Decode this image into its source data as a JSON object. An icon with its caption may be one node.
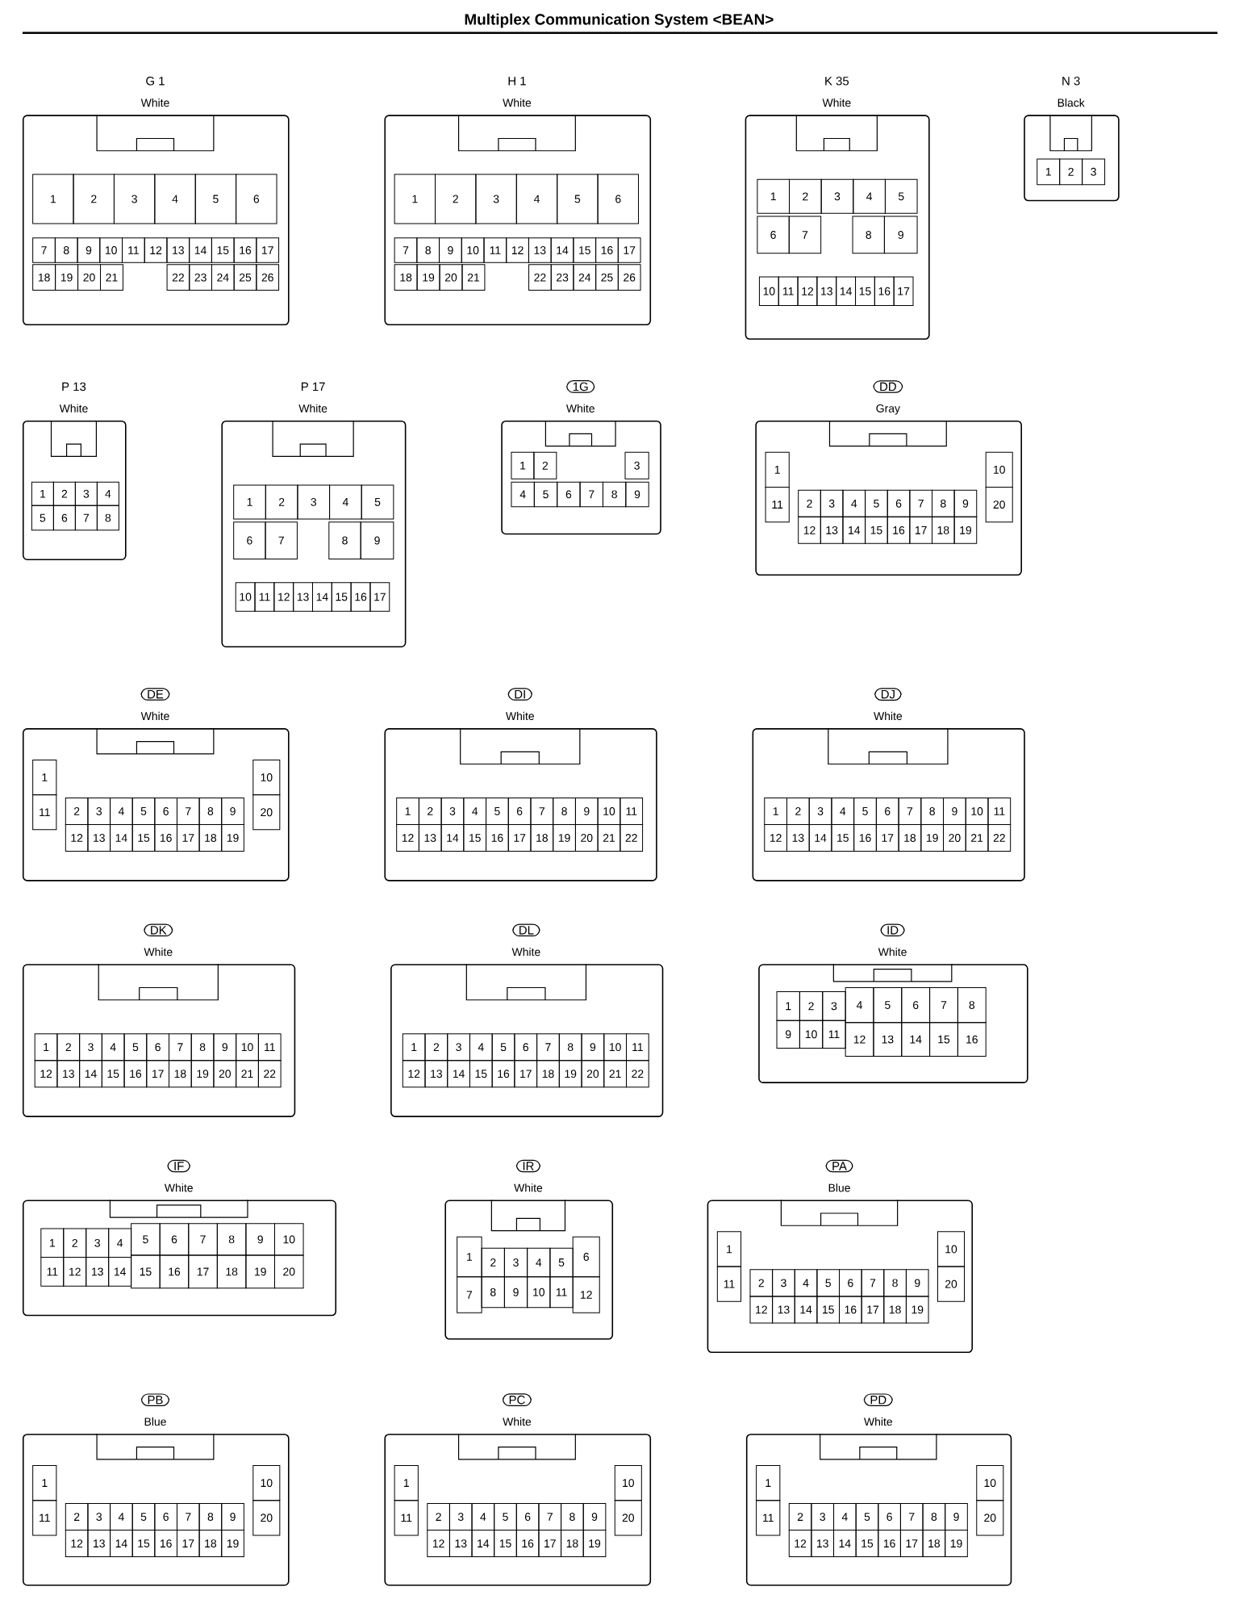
{
  "diagram": {
    "title": "Multiplex Communication System <BEAN>",
    "nodes": [
      {
        "text": [
          "G 1",
          "White"
        ]
      },
      {
        "text": [
          "1"
        ],
        "in": 0
      },
      {
        "text": [
          "2"
        ],
        "in": 0
      },
      {
        "text": [
          "3"
        ],
        "in": 0
      },
      {
        "text": [
          "4"
        ],
        "in": 0
      },
      {
        "text": [
          "5"
        ],
        "in": 0
      },
      {
        "text": [
          "6"
        ],
        "in": 0
      },
      {
        "text": [
          "7"
        ],
        "in": 0
      },
      {
        "text": [
          "8"
        ],
        "in": 0
      },
      {
        "text": [
          "9"
        ],
        "in": 0
      },
      {
        "text": [
          "10"
        ],
        "in": 0
      },
      {
        "text": [
          "11"
        ],
        "in": 0
      },
      {
        "text": [
          "12"
        ],
        "in": 0
      },
      {
        "text": [
          "13"
        ],
        "in": 0
      },
      {
        "text": [
          "14"
        ],
        "in": 0
      },
      {
        "text": [
          "15"
        ],
        "in": 0
      },
      {
        "text": [
          "16"
        ],
        "in": 0
      },
      {
        "text": [
          "17"
        ],
        "in": 0
      },
      {
        "text": [
          "18"
        ],
        "in": 0
      },
      {
        "text": [
          "19"
        ],
        "in": 0
      },
      {
        "text": [
          "20"
        ],
        "in": 0
      },
      {
        "text": [
          "21"
        ],
        "in": 0
      },
      {
        "text": [
          "22"
        ],
        "in": 0
      },
      {
        "text": [
          "23"
        ],
        "in": 0
      },
      {
        "text": [
          "24"
        ],
        "in": 0
      },
      {
        "text": [
          "25"
        ],
        "in": 0
      },
      {
        "text": [
          "26"
        ],
        "in": 0
      },
      {
        "text": [
          "H 1",
          "White"
        ]
      },
      {
        "text": [
          "1"
        ],
        "in": 27
      },
      {
        "text": [
          "2"
        ],
        "in": 27
      },
      {
        "text": [
          "3"
        ],
        "in": 27
      },
      {
        "text": [
          "4"
        ],
        "in": 27
      },
      {
        "text": [
          "5"
        ],
        "in": 27
      },
      {
        "text": [
          "6"
        ],
        "in": 27
      },
      {
        "text": [
          "7"
        ],
        "in": 27
      },
      {
        "text": [
          "8"
        ],
        "in": 27
      },
      {
        "text": [
          "9"
        ],
        "in": 27
      },
      {
        "text": [
          "10"
        ],
        "in": 27
      },
      {
        "text": [
          "11"
        ],
        "in": 27
      },
      {
        "text": [
          "12"
        ],
        "in": 27
      },
      {
        "text": [
          "13"
        ],
        "in": 27
      },
      {
        "text": [
          "14"
        ],
        "in": 27
      },
      {
        "text": [
          "15"
        ],
        "in": 27
      },
      {
        "text": [
          "16"
        ],
        "in": 27
      },
      {
        "text": [
          "17"
        ],
        "in": 27
      },
      {
        "text": [
          "18"
        ],
        "in": 27
      },
      {
        "text": [
          "19"
        ],
        "in": 27
      },
      {
        "text": [
          "20"
        ],
        "in": 27
      },
      {
        "text": [
          "21"
        ],
        "in": 27
      },
      {
        "text": [
          "22"
        ],
        "in": 27
      },
      {
        "text": [
          "23"
        ],
        "in": 27
      },
      {
        "text": [
          "24"
        ],
        "in": 27
      },
      {
        "text": [
          "25"
        ],
        "in": 27
      },
      {
        "text": [
          "26"
        ],
        "in": 27
      },
      {
        "text": [
          "K 35",
          "White"
        ]
      },
      {
        "text": [
          "1"
        ],
        "in": 54
      },
      {
        "text": [
          "2"
        ],
        "in": 54
      },
      {
        "text": [
          "3"
        ],
        "in": 54
      },
      {
        "text": [
          "4"
        ],
        "in": 54
      },
      {
        "text": [
          "5"
        ],
        "in": 54
      },
      {
        "text": [
          "6"
        ],
        "in": 54
      },
      {
        "text": [
          "7"
        ],
        "in": 54
      },
      {
        "text": [
          "8"
        ],
        "in": 54
      },
      {
        "text": [
          "9"
        ],
        "in": 54
      },
      {
        "text": [
          "10"
        ],
        "in": 54
      },
      {
        "text": [
          "11"
        ],
        "in": 54
      },
      {
        "text": [
          "12"
        ],
        "in": 54
      },
      {
        "text": [
          "13"
        ],
        "in": 54
      },
      {
        "text": [
          "14"
        ],
        "in": 54
      },
      {
        "text": [
          "15"
        ],
        "in": 54
      },
      {
        "text": [
          "16"
        ],
        "in": 54
      },
      {
        "text": [
          "17"
        ],
        "in": 54
      },
      {
        "text": [
          "N 3",
          "Black"
        ]
      },
      {
        "text": [
          "1"
        ],
        "in": 72
      },
      {
        "text": [
          "2"
        ],
        "in": 72
      },
      {
        "text": [
          "3"
        ],
        "in": 72
      },
      {
        "text": [
          "P 13",
          "White"
        ]
      },
      {
        "text": [
          "1"
        ],
        "in": 76
      },
      {
        "text": [
          "2"
        ],
        "in": 76
      },
      {
        "text": [
          "3"
        ],
        "in": 76
      },
      {
        "text": [
          "4"
        ],
        "in": 76
      },
      {
        "text": [
          "5"
        ],
        "in": 76
      },
      {
        "text": [
          "6"
        ],
        "in": 76
      },
      {
        "text": [
          "7"
        ],
        "in": 76
      },
      {
        "text": [
          "8"
        ],
        "in": 76
      },
      {
        "text": [
          "P 17",
          "White"
        ]
      },
      {
        "text": [
          "1"
        ],
        "in": 85
      },
      {
        "text": [
          "2"
        ],
        "in": 85
      },
      {
        "text": [
          "3"
        ],
        "in": 85
      },
      {
        "text": [
          "4"
        ],
        "in": 85
      },
      {
        "text": [
          "5"
        ],
        "in": 85
      },
      {
        "text": [
          "6"
        ],
        "in": 85
      },
      {
        "text": [
          "7"
        ],
        "in": 85
      },
      {
        "text": [
          "8"
        ],
        "in": 85
      },
      {
        "text": [
          "9"
        ],
        "in": 85
      },
      {
        "text": [
          "10"
        ],
        "in": 85
      },
      {
        "text": [
          "11"
        ],
        "in": 85
      },
      {
        "text": [
          "12"
        ],
        "in": 85
      },
      {
        "text": [
          "13"
        ],
        "in": 85
      },
      {
        "text": [
          "14"
        ],
        "in": 85
      },
      {
        "text": [
          "15"
        ],
        "in": 85
      },
      {
        "text": [
          "16"
        ],
        "in": 85
      },
      {
        "text": [
          "17"
        ],
        "in": 85
      },
      {
        "text": [
          "1G",
          "White"
        ]
      },
      {
        "text": [
          "1"
        ],
        "in": 103
      },
      {
        "text": [
          "2"
        ],
        "in": 103
      },
      {
        "text": [
          "3"
        ],
        "in": 103
      },
      {
        "text": [
          "4"
        ],
        "in": 103
      },
      {
        "text": [
          "5"
        ],
        "in": 103
      },
      {
        "text": [
          "6"
        ],
        "in": 103
      },
      {
        "text": [
          "7"
        ],
        "in": 103
      },
      {
        "text": [
          "8"
        ],
        "in": 103
      },
      {
        "text": [
          "9"
        ],
        "in": 103
      },
      {
        "text": [
          "DD",
          "Gray"
        ]
      },
      {
        "text": [
          "1"
        ],
        "in": 113
      },
      {
        "text": [
          "2"
        ],
        "in": 113
      },
      {
        "text": [
          "3"
        ],
        "in": 113
      },
      {
        "text": [
          "4"
        ],
        "in": 113
      },
      {
        "text": [
          "5"
        ],
        "in": 113
      },
      {
        "text": [
          "6"
        ],
        "in": 113
      },
      {
        "text": [
          "7"
        ],
        "in": 113
      },
      {
        "text": [
          "8"
        ],
        "in": 113
      },
      {
        "text": [
          "9"
        ],
        "in": 113
      },
      {
        "text": [
          "10"
        ],
        "in": 113
      },
      {
        "text": [
          "11"
        ],
        "in": 113
      },
      {
        "text": [
          "12"
        ],
        "in": 113
      },
      {
        "text": [
          "13"
        ],
        "in": 113
      },
      {
        "text": [
          "14"
        ],
        "in": 113
      },
      {
        "text": [
          "15"
        ],
        "in": 113
      },
      {
        "text": [
          "16"
        ],
        "in": 113
      },
      {
        "text": [
          "17"
        ],
        "in": 113
      },
      {
        "text": [
          "18"
        ],
        "in": 113
      },
      {
        "text": [
          "19"
        ],
        "in": 113
      },
      {
        "text": [
          "20"
        ],
        "in": 113
      },
      {
        "text": [
          "DE",
          "White"
        ]
      },
      {
        "text": [
          "1"
        ],
        "in": 134
      },
      {
        "text": [
          "2"
        ],
        "in": 134
      },
      {
        "text": [
          "3"
        ],
        "in": 134
      },
      {
        "text": [
          "4"
        ],
        "in": 134
      },
      {
        "text": [
          "5"
        ],
        "in": 134
      },
      {
        "text": [
          "6"
        ],
        "in": 134
      },
      {
        "text": [
          "7"
        ],
        "in": 134
      },
      {
        "text": [
          "8"
        ],
        "in": 134
      },
      {
        "text": [
          "9"
        ],
        "in": 134
      },
      {
        "text": [
          "10"
        ],
        "in": 134
      },
      {
        "text": [
          "11"
        ],
        "in": 134
      },
      {
        "text": [
          "12"
        ],
        "in": 134
      },
      {
        "text": [
          "13"
        ],
        "in": 134
      },
      {
        "text": [
          "14"
        ],
        "in": 134
      },
      {
        "text": [
          "15"
        ],
        "in": 134
      },
      {
        "text": [
          "16"
        ],
        "in": 134
      },
      {
        "text": [
          "17"
        ],
        "in": 134
      },
      {
        "text": [
          "18"
        ],
        "in": 134
      },
      {
        "text": [
          "19"
        ],
        "in": 134
      },
      {
        "text": [
          "20"
        ],
        "in": 134
      },
      {
        "text": [
          "DI",
          "White"
        ]
      },
      {
        "text": [
          "1"
        ],
        "in": 155
      },
      {
        "text": [
          "2"
        ],
        "in": 155
      },
      {
        "text": [
          "3"
        ],
        "in": 155
      },
      {
        "text": [
          "4"
        ],
        "in": 155
      },
      {
        "text": [
          "5"
        ],
        "in": 155
      },
      {
        "text": [
          "6"
        ],
        "in": 155
      },
      {
        "text": [
          "7"
        ],
        "in": 155
      },
      {
        "text": [
          "8"
        ],
        "in": 155
      },
      {
        "text": [
          "9"
        ],
        "in": 155
      },
      {
        "text": [
          "10"
        ],
        "in": 155
      },
      {
        "text": [
          "11"
        ],
        "in": 155
      },
      {
        "text": [
          "12"
        ],
        "in": 155
      },
      {
        "text": [
          "13"
        ],
        "in": 155
      },
      {
        "text": [
          "14"
        ],
        "in": 155
      },
      {
        "text": [
          "15"
        ],
        "in": 155
      },
      {
        "text": [
          "16"
        ],
        "in": 155
      },
      {
        "text": [
          "17"
        ],
        "in": 155
      },
      {
        "text": [
          "18"
        ],
        "in": 155
      },
      {
        "text": [
          "19"
        ],
        "in": 155
      },
      {
        "text": [
          "20"
        ],
        "in": 155
      },
      {
        "text": [
          "21"
        ],
        "in": 155
      },
      {
        "text": [
          "22"
        ],
        "in": 155
      },
      {
        "text": [
          "DJ",
          "White"
        ]
      },
      {
        "text": [
          "1"
        ],
        "in": 178
      },
      {
        "text": [
          "2"
        ],
        "in": 178
      },
      {
        "text": [
          "3"
        ],
        "in": 178
      },
      {
        "text": [
          "4"
        ],
        "in": 178
      },
      {
        "text": [
          "5"
        ],
        "in": 178
      },
      {
        "text": [
          "6"
        ],
        "in": 178
      },
      {
        "text": [
          "7"
        ],
        "in": 178
      },
      {
        "text": [
          "8"
        ],
        "in": 178
      },
      {
        "text": [
          "9"
        ],
        "in": 178
      },
      {
        "text": [
          "10"
        ],
        "in": 178
      },
      {
        "text": [
          "11"
        ],
        "in": 178
      },
      {
        "text": [
          "12"
        ],
        "in": 178
      },
      {
        "text": [
          "13"
        ],
        "in": 178
      },
      {
        "text": [
          "14"
        ],
        "in": 178
      },
      {
        "text": [
          "15"
        ],
        "in": 178
      },
      {
        "text": [
          "16"
        ],
        "in": 178
      },
      {
        "text": [
          "17"
        ],
        "in": 178
      },
      {
        "text": [
          "18"
        ],
        "in": 178
      },
      {
        "text": [
          "19"
        ],
        "in": 178
      },
      {
        "text": [
          "20"
        ],
        "in": 178
      },
      {
        "text": [
          "21"
        ],
        "in": 178
      },
      {
        "text": [
          "22"
        ],
        "in": 178
      },
      {
        "text": [
          "DK",
          "White"
        ]
      },
      {
        "text": [
          "1"
        ],
        "in": 201
      },
      {
        "text": [
          "2"
        ],
        "in": 201
      },
      {
        "text": [
          "3"
        ],
        "in": 201
      },
      {
        "text": [
          "4"
        ],
        "in": 201
      },
      {
        "text": [
          "5"
        ],
        "in": 201
      },
      {
        "text": [
          "6"
        ],
        "in": 201
      },
      {
        "text": [
          "7"
        ],
        "in": 201
      },
      {
        "text": [
          "8"
        ],
        "in": 201
      },
      {
        "text": [
          "9"
        ],
        "in": 201
      },
      {
        "text": [
          "10"
        ],
        "in": 201
      },
      {
        "text": [
          "11"
        ],
        "in": 201
      },
      {
        "text": [
          "12"
        ],
        "in": 201
      },
      {
        "text": [
          "13"
        ],
        "in": 201
      },
      {
        "text": [
          "14"
        ],
        "in": 201
      },
      {
        "text": [
          "15"
        ],
        "in": 201
      },
      {
        "text": [
          "16"
        ],
        "in": 201
      },
      {
        "text": [
          "17"
        ],
        "in": 201
      },
      {
        "text": [
          "18"
        ],
        "in": 201
      },
      {
        "text": [
          "19"
        ],
        "in": 201
      },
      {
        "text": [
          "20"
        ],
        "in": 201
      },
      {
        "text": [
          "21"
        ],
        "in": 201
      },
      {
        "text": [
          "22"
        ],
        "in": 201
      },
      {
        "text": [
          "DL",
          "White"
        ]
      },
      {
        "text": [
          "1"
        ],
        "in": 224
      },
      {
        "text": [
          "2"
        ],
        "in": 224
      },
      {
        "text": [
          "3"
        ],
        "in": 224
      },
      {
        "text": [
          "4"
        ],
        "in": 224
      },
      {
        "text": [
          "5"
        ],
        "in": 224
      },
      {
        "text": [
          "6"
        ],
        "in": 224
      },
      {
        "text": [
          "7"
        ],
        "in": 224
      },
      {
        "text": [
          "8"
        ],
        "in": 224
      },
      {
        "text": [
          "9"
        ],
        "in": 224
      },
      {
        "text": [
          "10"
        ],
        "in": 224
      },
      {
        "text": [
          "11"
        ],
        "in": 224
      },
      {
        "text": [
          "12"
        ],
        "in": 224
      },
      {
        "text": [
          "13"
        ],
        "in": 224
      },
      {
        "text": [
          "14"
        ],
        "in": 224
      },
      {
        "text": [
          "15"
        ],
        "in": 224
      },
      {
        "text": [
          "16"
        ],
        "in": 224
      },
      {
        "text": [
          "17"
        ],
        "in": 224
      },
      {
        "text": [
          "18"
        ],
        "in": 224
      },
      {
        "text": [
          "19"
        ],
        "in": 224
      },
      {
        "text": [
          "20"
        ],
        "in": 224
      },
      {
        "text": [
          "21"
        ],
        "in": 224
      },
      {
        "text": [
          "22"
        ],
        "in": 224
      },
      {
        "text": [
          "ID",
          "White"
        ]
      },
      {
        "text": [
          "1"
        ],
        "in": 247
      },
      {
        "text": [
          "2"
        ],
        "in": 247
      },
      {
        "text": [
          "3"
        ],
        "in": 247
      },
      {
        "text": [
          "4"
        ],
        "in": 247
      },
      {
        "text": [
          "5"
        ],
        "in": 247
      },
      {
        "text": [
          "6"
        ],
        "in": 247
      },
      {
        "text": [
          "7"
        ],
        "in": 247
      },
      {
        "text": [
          "8"
        ],
        "in": 247
      },
      {
        "text": [
          "9"
        ],
        "in": 247
      },
      {
        "text": [
          "10"
        ],
        "in": 247
      },
      {
        "text": [
          "11"
        ],
        "in": 247
      },
      {
        "text": [
          "12"
        ],
        "in": 247
      },
      {
        "text": [
          "13"
        ],
        "in": 247
      },
      {
        "text": [
          "14"
        ],
        "in": 247
      },
      {
        "text": [
          "15"
        ],
        "in": 247
      },
      {
        "text": [
          "16"
        ],
        "in": 247
      },
      {
        "text": [
          "IF",
          "White"
        ]
      },
      {
        "text": [
          "1"
        ],
        "in": 264
      },
      {
        "text": [
          "2"
        ],
        "in": 264
      },
      {
        "text": [
          "3"
        ],
        "in": 264
      },
      {
        "text": [
          "4"
        ],
        "in": 264
      },
      {
        "text": [
          "5"
        ],
        "in": 264
      },
      {
        "text": [
          "6"
        ],
        "in": 264
      },
      {
        "text": [
          "7"
        ],
        "in": 264
      },
      {
        "text": [
          "8"
        ],
        "in": 264
      },
      {
        "text": [
          "9"
        ],
        "in": 264
      },
      {
        "text": [
          "10"
        ],
        "in": 264
      },
      {
        "text": [
          "11"
        ],
        "in": 264
      },
      {
        "text": [
          "12"
        ],
        "in": 264
      },
      {
        "text": [
          "13"
        ],
        "in": 264
      },
      {
        "text": [
          "14"
        ],
        "in": 264
      },
      {
        "text": [
          "15"
        ],
        "in": 264
      },
      {
        "text": [
          "16"
        ],
        "in": 264
      },
      {
        "text": [
          "17"
        ],
        "in": 264
      },
      {
        "text": [
          "18"
        ],
        "in": 264
      },
      {
        "text": [
          "19"
        ],
        "in": 264
      },
      {
        "text": [
          "20"
        ],
        "in": 264
      },
      {
        "text": [
          "IR",
          "White"
        ]
      },
      {
        "text": [
          "1"
        ],
        "in": 285
      },
      {
        "text": [
          "2"
        ],
        "in": 285
      },
      {
        "text": [
          "3"
        ],
        "in": 285
      },
      {
        "text": [
          "4"
        ],
        "in": 285
      },
      {
        "text": [
          "5"
        ],
        "in": 285
      },
      {
        "text": [
          "6"
        ],
        "in": 285
      },
      {
        "text": [
          "7"
        ],
        "in": 285
      },
      {
        "text": [
          "8"
        ],
        "in": 285
      },
      {
        "text": [
          "9"
        ],
        "in": 285
      },
      {
        "text": [
          "10"
        ],
        "in": 285
      },
      {
        "text": [
          "11"
        ],
        "in": 285
      },
      {
        "text": [
          "12"
        ],
        "in": 285
      },
      {
        "text": [
          "PA",
          "Blue"
        ]
      },
      {
        "text": [
          "1"
        ],
        "in": 298
      },
      {
        "text": [
          "2"
        ],
        "in": 298
      },
      {
        "text": [
          "3"
        ],
        "in": 298
      },
      {
        "text": [
          "4"
        ],
        "in": 298
      },
      {
        "text": [
          "5"
        ],
        "in": 298
      },
      {
        "text": [
          "6"
        ],
        "in": 298
      },
      {
        "text": [
          "7"
        ],
        "in": 298
      },
      {
        "text": [
          "8"
        ],
        "in": 298
      },
      {
        "text": [
          "9"
        ],
        "in": 298
      },
      {
        "text": [
          "10"
        ],
        "in": 298
      },
      {
        "text": [
          "11"
        ],
        "in": 298
      },
      {
        "text": [
          "12"
        ],
        "in": 298
      },
      {
        "text": [
          "13"
        ],
        "in": 298
      },
      {
        "text": [
          "14"
        ],
        "in": 298
      },
      {
        "text": [
          "15"
        ],
        "in": 298
      },
      {
        "text": [
          "16"
        ],
        "in": 298
      },
      {
        "text": [
          "17"
        ],
        "in": 298
      },
      {
        "text": [
          "18"
        ],
        "in": 298
      },
      {
        "text": [
          "19"
        ],
        "in": 298
      },
      {
        "text": [
          "20"
        ],
        "in": 298
      },
      {
        "text": [
          "PB",
          "Blue"
        ]
      },
      {
        "text": [
          "1"
        ],
        "in": 319
      },
      {
        "text": [
          "2"
        ],
        "in": 319
      },
      {
        "text": [
          "3"
        ],
        "in": 319
      },
      {
        "text": [
          "4"
        ],
        "in": 319
      },
      {
        "text": [
          "5"
        ],
        "in": 319
      },
      {
        "text": [
          "6"
        ],
        "in": 319
      },
      {
        "text": [
          "7"
        ],
        "in": 319
      },
      {
        "text": [
          "8"
        ],
        "in": 319
      },
      {
        "text": [
          "9"
        ],
        "in": 319
      },
      {
        "text": [
          "10"
        ],
        "in": 319
      },
      {
        "text": [
          "11"
        ],
        "in": 319
      },
      {
        "text": [
          "12"
        ],
        "in": 319
      },
      {
        "text": [
          "13"
        ],
        "in": 319
      },
      {
        "text": [
          "14"
        ],
        "in": 319
      },
      {
        "text": [
          "15"
        ],
        "in": 319
      },
      {
        "text": [
          "16"
        ],
        "in": 319
      },
      {
        "text": [
          "17"
        ],
        "in": 319
      },
      {
        "text": [
          "18"
        ],
        "in": 319
      },
      {
        "text": [
          "19"
        ],
        "in": 319
      },
      {
        "text": [
          "20"
        ],
        "in": 319
      },
      {
        "text": [
          "PC",
          "White"
        ]
      },
      {
        "text": [
          "1"
        ],
        "in": 340
      },
      {
        "text": [
          "2"
        ],
        "in": 340
      },
      {
        "text": [
          "3"
        ],
        "in": 340
      },
      {
        "text": [
          "4"
        ],
        "in": 340
      },
      {
        "text": [
          "5"
        ],
        "in": 340
      },
      {
        "text": [
          "6"
        ],
        "in": 340
      },
      {
        "text": [
          "7"
        ],
        "in": 340
      },
      {
        "text": [
          "8"
        ],
        "in": 340
      },
      {
        "text": [
          "9"
        ],
        "in": 340
      },
      {
        "text": [
          "10"
        ],
        "in": 340
      },
      {
        "text": [
          "11"
        ],
        "in": 340
      },
      {
        "text": [
          "12"
        ],
        "in": 340
      },
      {
        "text": [
          "13"
        ],
        "in": 340
      },
      {
        "text": [
          "14"
        ],
        "in": 340
      },
      {
        "text": [
          "15"
        ],
        "in": 340
      },
      {
        "text": [
          "16"
        ],
        "in": 340
      },
      {
        "text": [
          "17"
        ],
        "in": 340
      },
      {
        "text": [
          "18"
        ],
        "in": 340
      },
      {
        "text": [
          "19"
        ],
        "in": 340
      },
      {
        "text": [
          "20"
        ],
        "in": 340
      },
      {
        "text": [
          "PD",
          "White"
        ]
      },
      {
        "text": [
          "1"
        ],
        "in": 361
      },
      {
        "text": [
          "2"
        ],
        "in": 361
      },
      {
        "text": [
          "3"
        ],
        "in": 361
      },
      {
        "text": [
          "4"
        ],
        "in": 361
      },
      {
        "text": [
          "5"
        ],
        "in": 361
      },
      {
        "text": [
          "6"
        ],
        "in": 361
      },
      {
        "text": [
          "7"
        ],
        "in": 361
      },
      {
        "text": [
          "8"
        ],
        "in": 361
      },
      {
        "text": [
          "9"
        ],
        "in": 361
      },
      {
        "text": [
          "10"
        ],
        "in": 361
      },
      {
        "text": [
          "11"
        ],
        "in": 361
      },
      {
        "text": [
          "12"
        ],
        "in": 361
      },
      {
        "text": [
          "13"
        ],
        "in": 361
      },
      {
        "text": [
          "14"
        ],
        "in": 361
      },
      {
        "text": [
          "15"
        ],
        "in": 361
      },
      {
        "text": [
          "16"
        ],
        "in": 361
      },
      {
        "text": [
          "17"
        ],
        "in": 361
      },
      {
        "text": [
          "18"
        ],
        "in": 361
      },
      {
        "text": [
          "19"
        ],
        "in": 361
      },
      {
        "text": [
          "20"
        ],
        "in": 361
      }
    ]
  }
}
